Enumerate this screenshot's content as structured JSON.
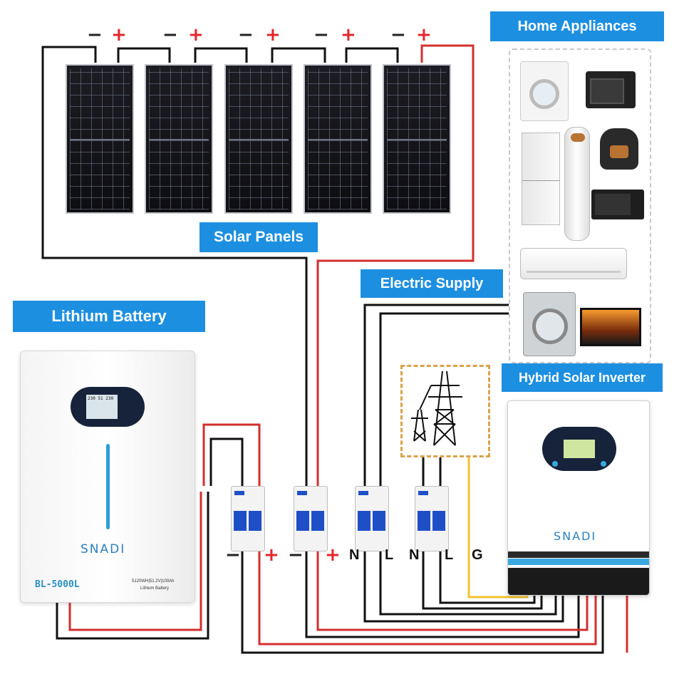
{
  "labels": {
    "home_appliances": "Home Appliances",
    "solar_panels": "Solar Panels",
    "electric_supply": "Electric Supply",
    "lithium_battery": "Lithium Battery",
    "hybrid_inverter": "Hybrid Solar Inverter"
  },
  "panel_polarity": {
    "minus": "−",
    "plus": "+"
  },
  "breaker_terminals": {
    "battery_minus": "−",
    "battery_plus": "+",
    "solar_minus": "−",
    "solar_plus": "+",
    "grid_n": "N",
    "grid_l": "L",
    "load_n": "N",
    "load_l": "L",
    "ground": "G"
  },
  "battery": {
    "brand": "SNADI",
    "model": "BL-5000L",
    "spec_line1": "5120WH|51.2V|100Ah",
    "spec_line2": "Lithium Battery",
    "lcd_text": "230 51 230"
  },
  "inverter": {
    "brand": "SNADI"
  },
  "colors": {
    "label_bg": "#1d8fe1",
    "positive_wire": "#d32f2f",
    "negative_wire": "#111111",
    "ground_wire": "#f2c230",
    "breaker_blue": "#1f4fc7",
    "pylon_box_border": "#d9a24a"
  },
  "icons": {
    "appliances": [
      "washing-machine-icon",
      "toaster-oven-icon",
      "refrigerator-icon",
      "floor-air-conditioner-icon",
      "rice-cooker-icon",
      "microwave-icon",
      "wall-air-conditioner-icon",
      "front-load-washer-icon",
      "television-icon"
    ],
    "grid": "transmission-tower-icon"
  }
}
